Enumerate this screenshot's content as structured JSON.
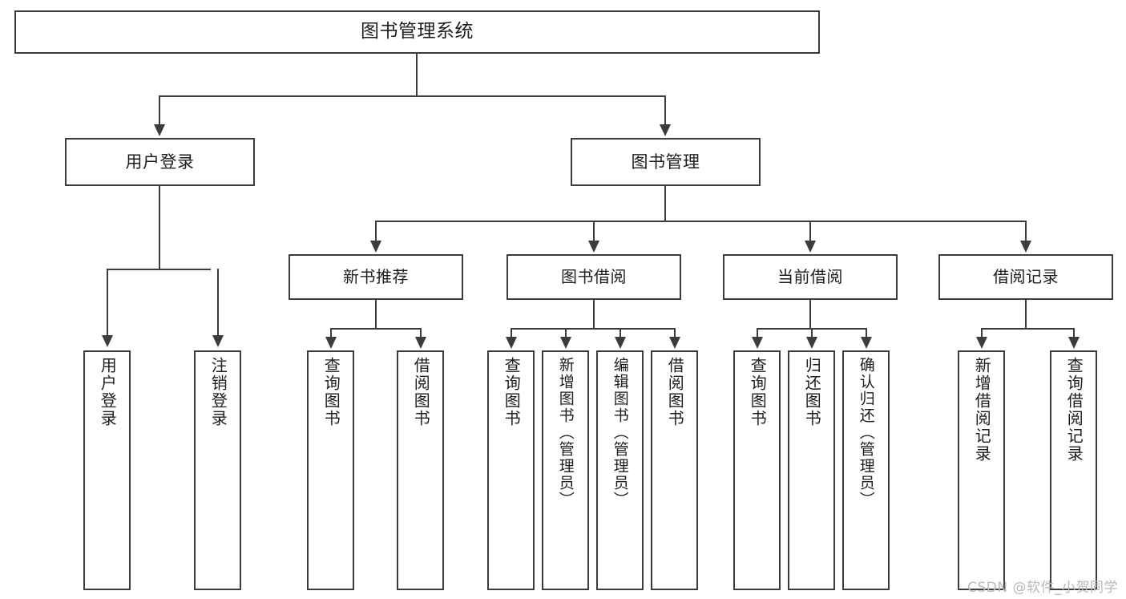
{
  "diagram": {
    "title": "图书管理系统",
    "watermark": "CSDN @软件_小贺同学",
    "accent_color": "#3c3c3c",
    "background_color": "#ffffff",
    "root": {
      "label": "图书管理系统"
    },
    "level1": [
      {
        "label": "用户登录"
      },
      {
        "label": "图书管理"
      }
    ],
    "level2": [
      {
        "label": "新书推荐"
      },
      {
        "label": "图书借阅"
      },
      {
        "label": "当前借阅"
      },
      {
        "label": "借阅记录"
      }
    ],
    "leaves": {
      "user_login": [
        {
          "label": "用户登录"
        },
        {
          "label": "注销登录"
        }
      ],
      "new_book": [
        {
          "label": "查询图书"
        },
        {
          "label": "借阅图书"
        }
      ],
      "book_borrow": [
        {
          "label": "查询图书"
        },
        {
          "label": "新增图书（管理员）"
        },
        {
          "label": "编辑图书（管理员）"
        },
        {
          "label": "借阅图书"
        }
      ],
      "current_borrow": [
        {
          "label": "查询图书"
        },
        {
          "label": "归还图书"
        },
        {
          "label": "确认归还（管理员）"
        }
      ],
      "borrow_record": [
        {
          "label": "新增借阅记录"
        },
        {
          "label": "查询借阅记录"
        }
      ]
    }
  }
}
